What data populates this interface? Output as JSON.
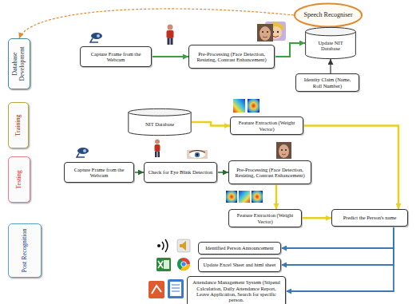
{
  "diagram": {
    "nodes": [
      {
        "text": [
          "Speech Recogniser"
        ]
      },
      {
        "text": [
          "Database Development"
        ]
      },
      {
        "text": [
          "Capture Frame from the Webcam"
        ]
      },
      {
        "text": [
          "Pre-Processing (Face Detection, Resizing, Contrast Enhancement)"
        ]
      },
      {
        "text": [
          "Update NIT Database"
        ]
      },
      {
        "text": [
          "Identity Claim (Name, Roll Number)"
        ]
      },
      {
        "text": [
          "Training"
        ]
      },
      {
        "text": [
          "NIT Database"
        ]
      },
      {
        "text": [
          "Feature Extraction (Weight Vector)"
        ]
      },
      {
        "text": [
          "Testing"
        ]
      },
      {
        "text": [
          "Capture Frame from the Webcam"
        ]
      },
      {
        "text": [
          "Check for Eye Blink Detection"
        ]
      },
      {
        "text": [
          "Pre-Processing (Face Detection, Resizing, Contrast Enhancement)"
        ]
      },
      {
        "text": [
          "Feature Extraction (Weight Vector)"
        ]
      },
      {
        "text": [
          "Predict the Person's name"
        ]
      },
      {
        "text": [
          "Post Recognition"
        ]
      },
      {
        "text": [
          "Identified Person Announcement"
        ]
      },
      {
        "text": [
          "Update Excel Sheet and html sheet"
        ]
      },
      {
        "text": [
          "Attendance Management System (Stipend Calculation, Daily Attendance Report, Leave Application, Search for specific person."
        ]
      }
    ],
    "edges": [
      {
        "from": 0,
        "to": 1,
        "arrow": "to"
      },
      {
        "from": 2,
        "to": 3,
        "arrow": "to"
      },
      {
        "from": 3,
        "to": 4,
        "arrow": "to"
      },
      {
        "from": 5,
        "to": 4,
        "arrow": "to"
      },
      {
        "from": 7,
        "to": 8,
        "arrow": "to"
      },
      {
        "from": 8,
        "to": 14,
        "arrow": "to"
      },
      {
        "from": 10,
        "to": 11,
        "arrow": "to"
      },
      {
        "from": 11,
        "to": 12,
        "arrow": "to"
      },
      {
        "from": 12,
        "to": 13,
        "arrow": "to"
      },
      {
        "from": 13,
        "to": 14,
        "arrow": "to"
      },
      {
        "from": 14,
        "to": 16,
        "arrow": "to"
      },
      {
        "from": 14,
        "to": 17,
        "arrow": "to"
      },
      {
        "from": 14,
        "to": 18,
        "arrow": "to"
      }
    ]
  }
}
